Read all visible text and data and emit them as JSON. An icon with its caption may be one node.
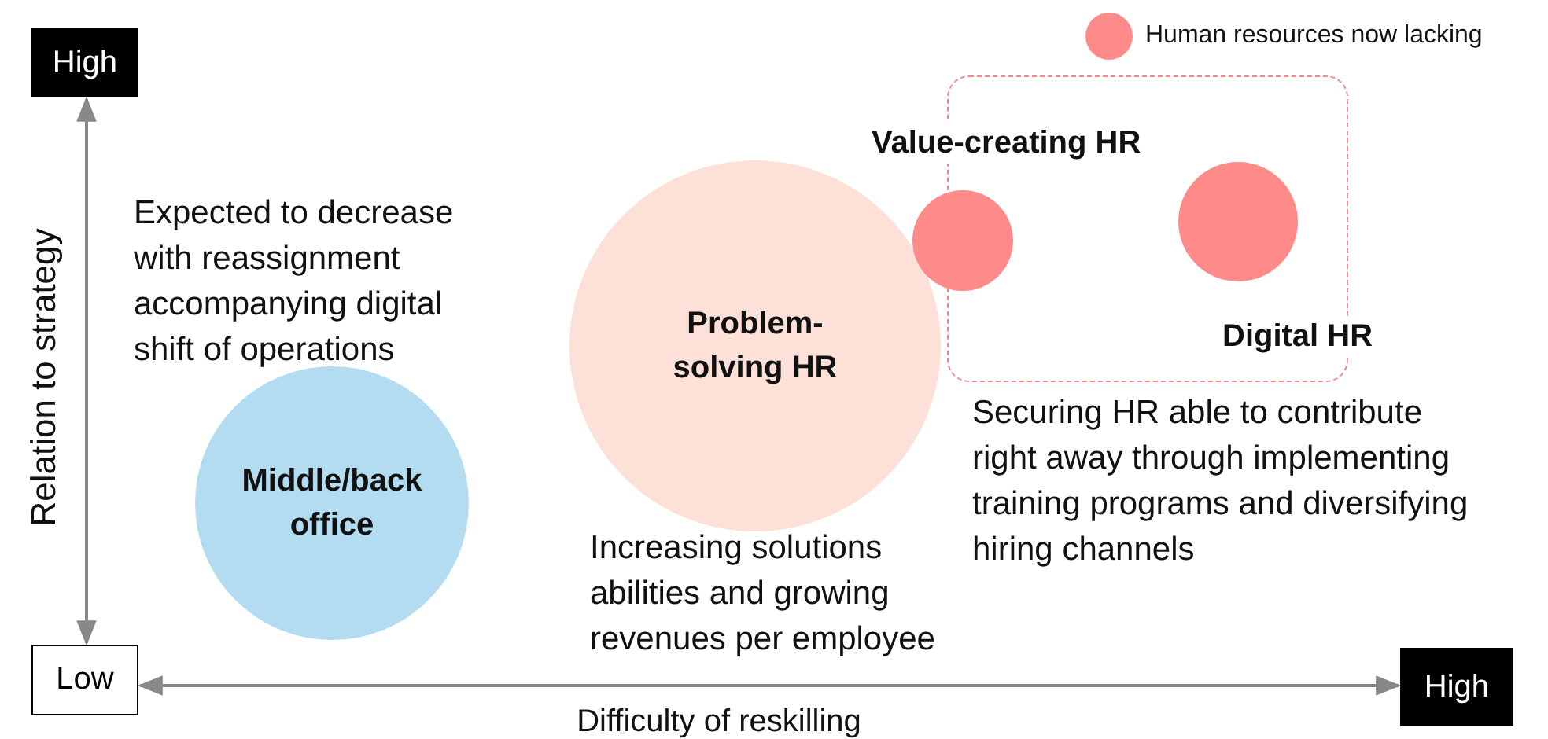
{
  "diagram": {
    "nodes": [
      {
        "text": [
          "High"
        ]
      },
      {
        "text": [
          "Low"
        ]
      },
      {
        "text": [
          "High"
        ]
      },
      {
        "text": [
          "Middle/back office"
        ],
        "beside": [
          "Expected to decrease with reassignment accompanying digital shift of operations"
        ]
      },
      {
        "text": [
          "Problem-solving HR"
        ],
        "beside": [
          "Increasing solutions abilities and growing revenues per employee"
        ]
      },
      {
        "text": [],
        "shape": "box",
        "beside": [
          "Securing HR able to contribute right away through implementing training programs and diversifying hiring channels"
        ]
      },
      {
        "text": [
          "Value-creating HR"
        ]
      },
      {
        "text": [
          "Digital HR"
        ],
        "in": 5
      }
    ],
    "edges": [
      {
        "from": 1,
        "to": 0,
        "arrow": "both"
      },
      {
        "from": 1,
        "to": 2,
        "arrow": "both"
      }
    ],
    "labels": [
      "Relation to strategy",
      "Difficulty of reskilling"
    ],
    "legend": [
      {
        "text": "Human resources now lacking",
        "color": "#ff8a8a"
      }
    ]
  }
}
